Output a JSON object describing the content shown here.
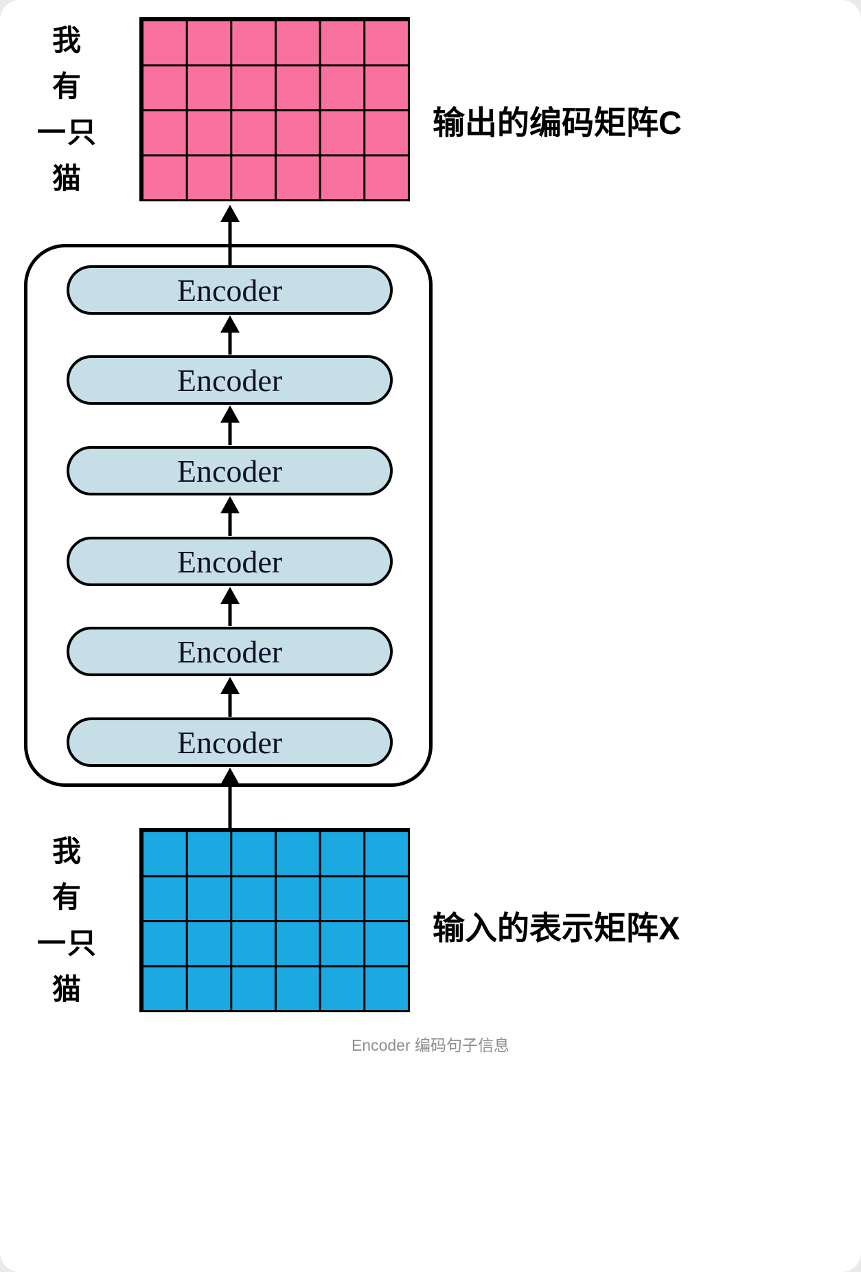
{
  "colors": {
    "output_matrix_fill": "#F9729F",
    "input_matrix_fill": "#1BA9E1",
    "encoder_fill": "#C6DFE6",
    "line": "#000000",
    "caption_text": "#8e8e8e"
  },
  "output_matrix": {
    "label": "输出的编码矩阵C",
    "row_labels": [
      "我",
      "有",
      "一只",
      "猫"
    ],
    "rows": 4,
    "cols": 6
  },
  "input_matrix": {
    "label": "输入的表示矩阵X",
    "row_labels": [
      "我",
      "有",
      "一只",
      "猫"
    ],
    "rows": 4,
    "cols": 6
  },
  "encoder_stack": {
    "layers": [
      "Encoder",
      "Encoder",
      "Encoder",
      "Encoder",
      "Encoder",
      "Encoder"
    ]
  },
  "caption": "Encoder 编码句子信息"
}
